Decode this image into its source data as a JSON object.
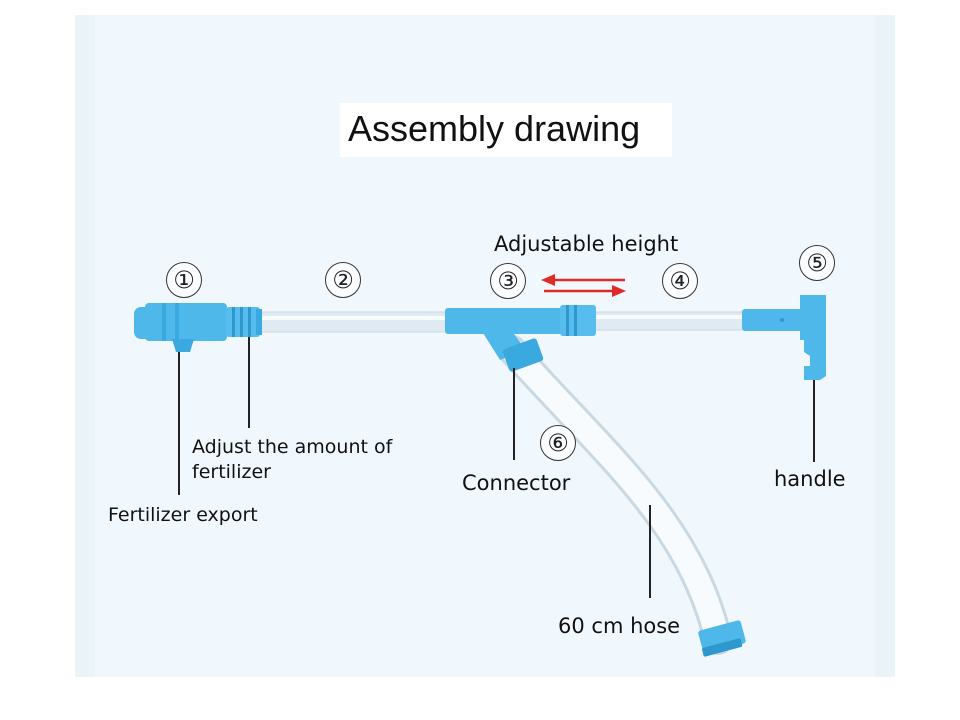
{
  "title": "Assembly drawing",
  "adjustable_label": "Adjustable height",
  "callouts": {
    "n1": "①",
    "n2": "②",
    "n3": "③",
    "n4": "④",
    "n5": "⑤",
    "n6": "⑥"
  },
  "labels": {
    "adjust_line1": "Adjust the amount of",
    "adjust_line2": "fertilizer",
    "export": "Fertilizer export",
    "connector": "Connector",
    "handle": "handle",
    "hose": "60 cm hose"
  },
  "colors": {
    "blue": "#4fb8ea",
    "blue_dark": "#2e98cf",
    "tube": "#dfeaf2",
    "arrow": "#e02a2a"
  }
}
